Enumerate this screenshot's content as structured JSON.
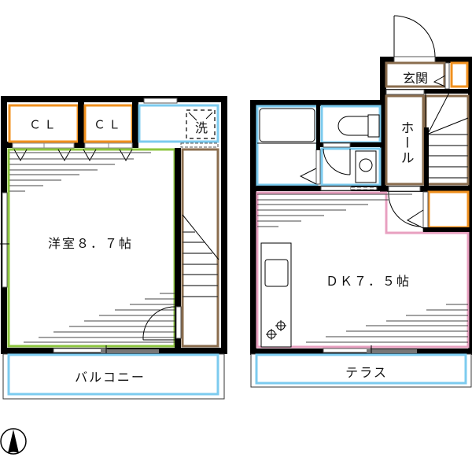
{
  "floorplan": {
    "rooms": {
      "western_room": {
        "label": "洋室8.7帖",
        "display": "洋室８．７帖",
        "size_jo": 8.7
      },
      "dk": {
        "label": "DK7.5帖",
        "display": "ＤＫ７．５帖",
        "size_jo": 7.5
      },
      "closet_1": {
        "label": "ＣＬ"
      },
      "closet_2": {
        "label": "ＣＬ"
      },
      "washer": {
        "label": "洗"
      },
      "entrance": {
        "label": "玄関"
      },
      "hall": {
        "label": "ホール"
      },
      "balcony": {
        "label": "バルコニー"
      },
      "terrace": {
        "label": "テラス"
      }
    },
    "compass": {
      "direction": "north-up"
    },
    "colors": {
      "wall": "#000000",
      "closet": "#f0901e",
      "wet_area": "#7ccbef",
      "western_room_floor": "#8dc63f",
      "dk_floor": "#e8a0c0",
      "hall_stairs": "#8a6d4e"
    }
  }
}
